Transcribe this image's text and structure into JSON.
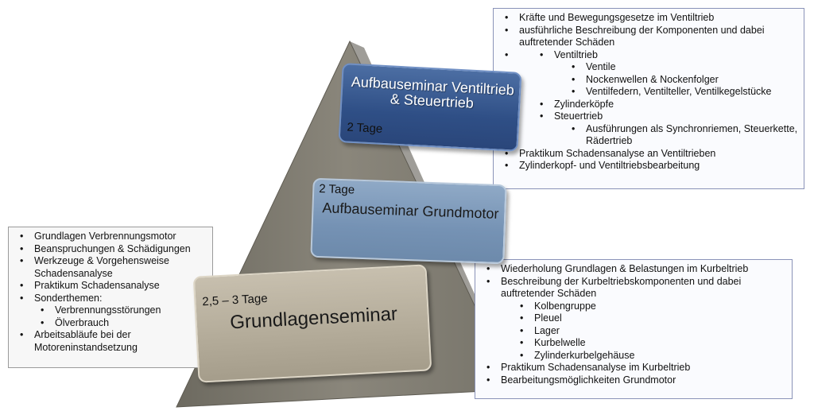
{
  "colors": {
    "pyramid": "#7f7b70",
    "top_box": "#3a5a92",
    "middle_box": "#7f9cbd",
    "bottom_box": "#b7af9e"
  },
  "pyramid": {
    "top": {
      "title": "Aufbauseminar Ventiltrieb & Steuertrieb",
      "days": "2 Tage"
    },
    "middle": {
      "title": "Aufbauseminar Grundmotor",
      "days": "2 Tage"
    },
    "bottom": {
      "title": "Grundlagenseminar",
      "days": "2,5 – 3 Tage"
    }
  },
  "panels": {
    "top": {
      "items": [
        "Kräfte und Bewegungsgesetze im Ventiltrieb",
        "ausführliche Beschreibung der Komponenten und dabei auftretender Schäden",
        "Ventiltrieb",
        "Ventile",
        "Nockenwellen & Nockenfolger",
        "Ventilfedern, Ventilteller, Ventilkegelstücke",
        "Zylinderköpfe",
        "Steuertrieb",
        "Ausführungen als Synchronriemen, Steuerkette, Rädertrieb",
        "Praktikum Schadensanalyse an Ventiltrieben",
        "Zylinderkopf- und Ventiltriebsbearbeitung"
      ]
    },
    "left": {
      "items": [
        "Grundlagen Verbrennungsmotor",
        "Beanspruchungen & Schädigungen",
        "Werkzeuge & Vorgehensweise Schadensanalyse",
        "Praktikum Schadensanalyse",
        "Sonderthemen:",
        "Verbrennungsstörungen",
        "Ölverbrauch",
        "Arbeitsabläufe bei der Motoreninstandsetzung"
      ]
    },
    "right": {
      "items": [
        "Wiederholung Grundlagen & Belastungen im Kurbeltrieb",
        "Beschreibung der Kurbeltriebskomponenten und dabei auftretender Schäden",
        "Kolbengruppe",
        "Pleuel",
        "Lager",
        "Kurbelwelle",
        "Zylinderkurbelgehäuse",
        "Praktikum Schadensanalyse im Kurbeltrieb",
        "Bearbeitungsmöglichkeiten Grundmotor"
      ]
    }
  }
}
